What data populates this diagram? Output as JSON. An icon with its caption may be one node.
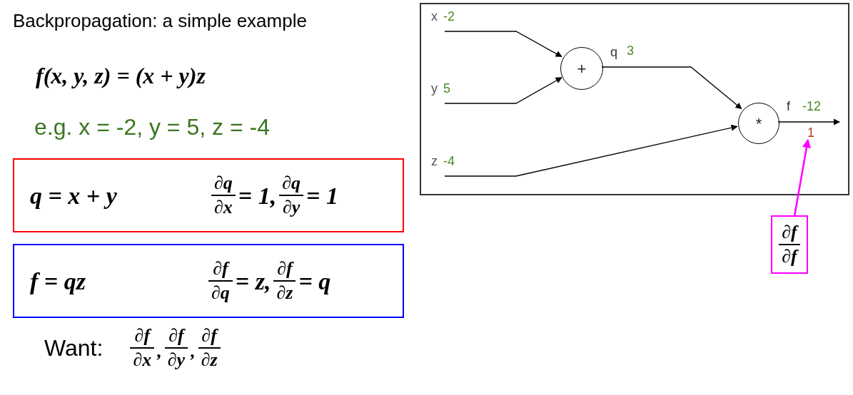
{
  "diagram": {
    "title": "Backpropagation: a simple example",
    "nodes": [
      {
        "text": [
          "q = x + y",
          "∂q",
          "∂x",
          "= 1,",
          "∂q",
          "∂y",
          "= 1"
        ]
      },
      {
        "text": [
          "f = qz",
          "∂f",
          "∂q",
          "= z,",
          "∂f",
          "∂z",
          "= q"
        ]
      },
      {
        "text": [],
        "shape": "box"
      },
      {
        "text": [
          "x",
          "-2"
        ],
        "in": 2
      },
      {
        "text": [
          "y",
          "5"
        ],
        "in": 2
      },
      {
        "text": [
          "z",
          "-4"
        ],
        "in": 2
      },
      {
        "text": [
          "+"
        ],
        "in": 2,
        "beside": [
          "q",
          "3"
        ]
      },
      {
        "text": [
          "*"
        ],
        "in": 2,
        "beside": [
          "f",
          "-12"
        ]
      },
      {
        "text": [
          "1"
        ],
        "in": 2
      },
      {
        "text": [
          "∂f",
          "∂f"
        ]
      }
    ],
    "edges": [
      {
        "from": 3,
        "to": 6,
        "arrow": "to"
      },
      {
        "from": 4,
        "to": 6,
        "arrow": "to"
      },
      {
        "from": 6,
        "to": 7,
        "arrow": "to"
      },
      {
        "from": 5,
        "to": 7,
        "arrow": "to"
      },
      {
        "from": 7,
        "to": null,
        "arrow": "to"
      },
      {
        "from": 9,
        "to": 8,
        "arrow": "to",
        "color": "#ff00ff"
      }
    ],
    "labels": [
      "f(x, y, z) = (x + y)z",
      "e.g. x = -2, y = 5, z = -4",
      "Want:",
      "∂f",
      "∂x",
      ",",
      "∂f",
      "∂y",
      ",",
      "∂f",
      "∂z"
    ]
  }
}
